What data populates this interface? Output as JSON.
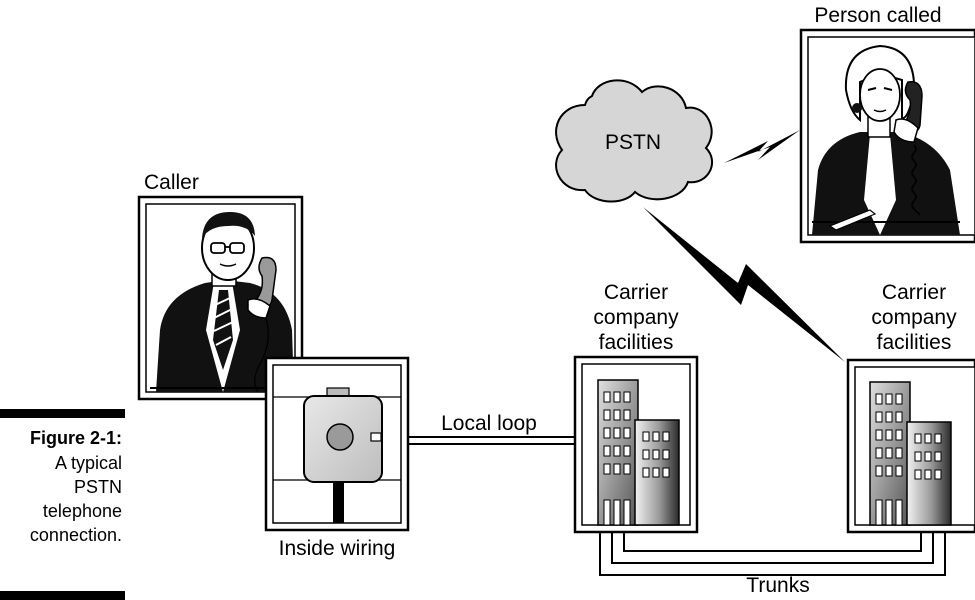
{
  "figure": {
    "label": "Figure 2-1:",
    "caption_lines": [
      "A typical",
      "PSTN",
      "telephone",
      "connection."
    ]
  },
  "nodes": {
    "caller": "Caller",
    "person_called": "Person called",
    "pstn": "PSTN",
    "inside_wiring": "Inside wiring",
    "carrier_left": [
      "Carrier",
      "company",
      "facilities"
    ],
    "carrier_right": [
      "Carrier",
      "company",
      "facilities"
    ]
  },
  "links": {
    "local_loop": "Local loop",
    "trunks": "Trunks"
  },
  "colors": {
    "cloud_fill": "#d6d6d6",
    "frame": "#000000",
    "background": "#ffffff"
  }
}
